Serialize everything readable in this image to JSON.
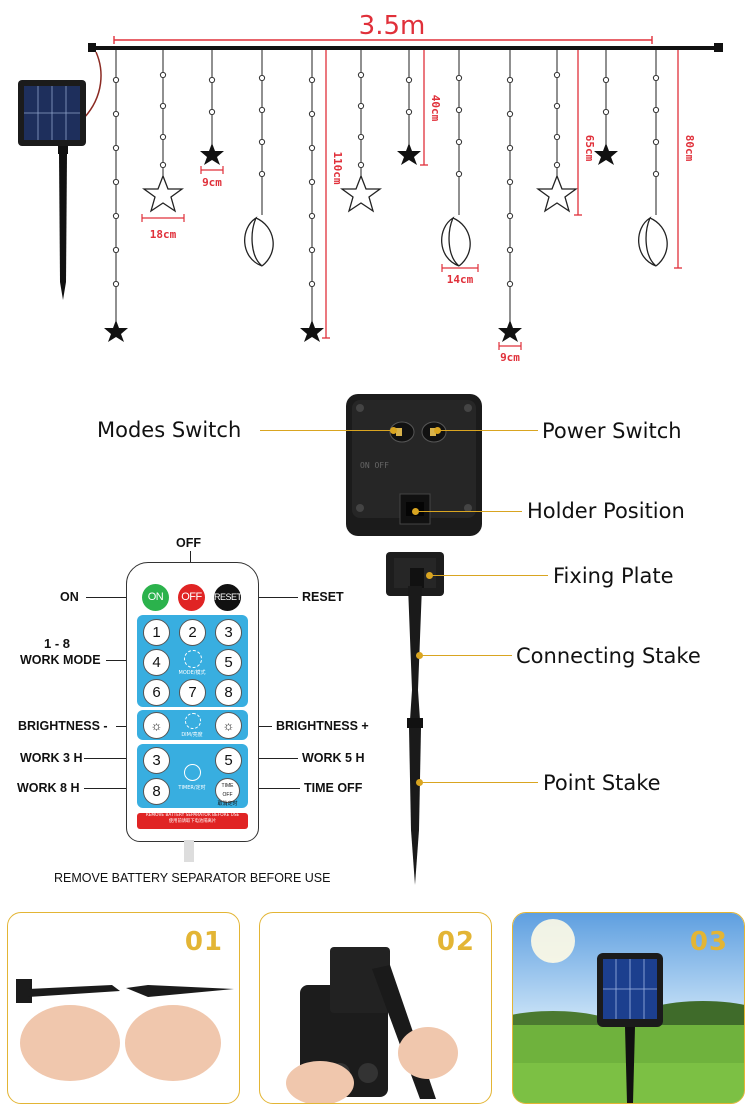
{
  "dimensions": {
    "width_total": "3.5m",
    "drop_40": "40cm",
    "drop_110": "110cm",
    "drop_65": "65cm",
    "drop_80": "80cm",
    "star_small_a": "9cm",
    "star_small_b": "9cm",
    "star_large": "18cm",
    "moon": "14cm"
  },
  "parts": {
    "modes_switch": "Modes Switch",
    "power_switch": "Power Switch",
    "holder_position": "Holder Position",
    "fixing_plate": "Fixing Plate",
    "connecting_stake": "Connecting Stake",
    "point_stake": "Point Stake"
  },
  "remote": {
    "off_label": "OFF",
    "on_label": "ON",
    "reset_label": "RESET",
    "mode_label_line1": "1 - 8",
    "mode_label_line2": "WORK MODE",
    "brightness_minus": "BRIGHTNESS -",
    "brightness_plus": "BRIGHTNESS +",
    "work3": "WORK 3 H",
    "work5": "WORK 5 H",
    "work8": "WORK 8 H",
    "time_off": "TIME OFF",
    "footer_note": "REMOVE BATTERY SEPARATOR BEFORE USE",
    "keys": {
      "on": "ON",
      "off": "OFF",
      "reset": "RESET",
      "k1": "1",
      "k2": "2",
      "k3": "3",
      "k4": "4",
      "k5": "5",
      "k6": "6",
      "k7": "7",
      "k8": "8",
      "mode_caption": "MODE/模式",
      "dim_caption": "DIM/亮度",
      "t3": "3",
      "t5": "5",
      "t8": "8",
      "timer_caption": "TIMER/定时",
      "timeoff_key": "TIME OFF",
      "timeoff_cn": "取消定时",
      "strip_line1": "REMOVE BATTERY SEPARATOR BEFORE USE",
      "strip_line2": "使用前请取下电池隔离片"
    }
  },
  "steps": {
    "s1": "01",
    "s2": "02",
    "s3": "03"
  },
  "colors": {
    "dimension_red": "#e0303a",
    "leader_gold": "#d9a521",
    "remote_blue": "#38aee0",
    "on_green": "#2bb24c",
    "off_red": "#e02424",
    "panel_gold": "#e3b535"
  }
}
